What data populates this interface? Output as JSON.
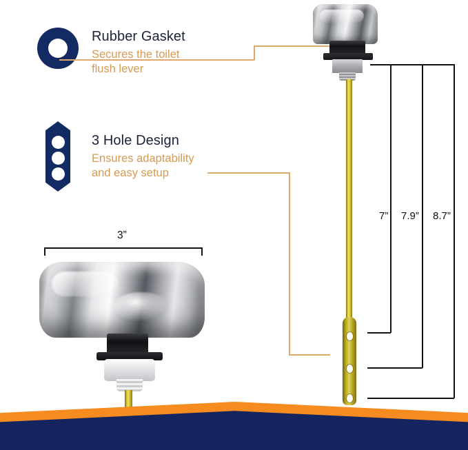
{
  "page": {
    "title": "Toilet Flush Lever Product Infographic"
  },
  "features": [
    {
      "icon": "rubber-gasket-ring-icon",
      "title": "Rubber Gasket",
      "subtitle": "Secures the toilet\nflush lever"
    },
    {
      "icon": "three-hole-design-icon",
      "title": "3 Hole Design",
      "subtitle": "Ensures adaptability\nand easy setup"
    }
  ],
  "dimensions": {
    "width_label": "3”",
    "lengths": [
      {
        "label": "7”"
      },
      {
        "label": "7.9”"
      },
      {
        "label": "8.7”"
      }
    ]
  },
  "colors": {
    "navy": "#142a63",
    "orange_accent": "#d59a54",
    "banner_orange": "#f68b1f",
    "banner_navy": "#13245e",
    "title_text": "#1c2237",
    "dimension_line": "#131313",
    "brass": "#d9c92e",
    "chrome": "#c3c5ca"
  },
  "product": {
    "small_assembly": "toilet-flush-lever-side-view",
    "large_assembly": "toilet-flush-handle-closeup"
  }
}
